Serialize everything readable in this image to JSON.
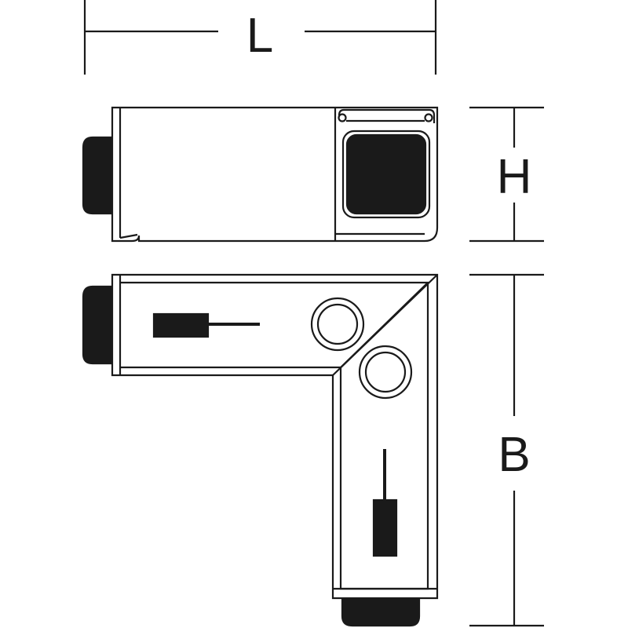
{
  "dimensions": {
    "length_label": "L",
    "height_label": "H",
    "width_label": "B"
  },
  "colors": {
    "line": "#1a1a1a",
    "part_fill": "#ffffff",
    "solid": "#1a1a1a"
  }
}
